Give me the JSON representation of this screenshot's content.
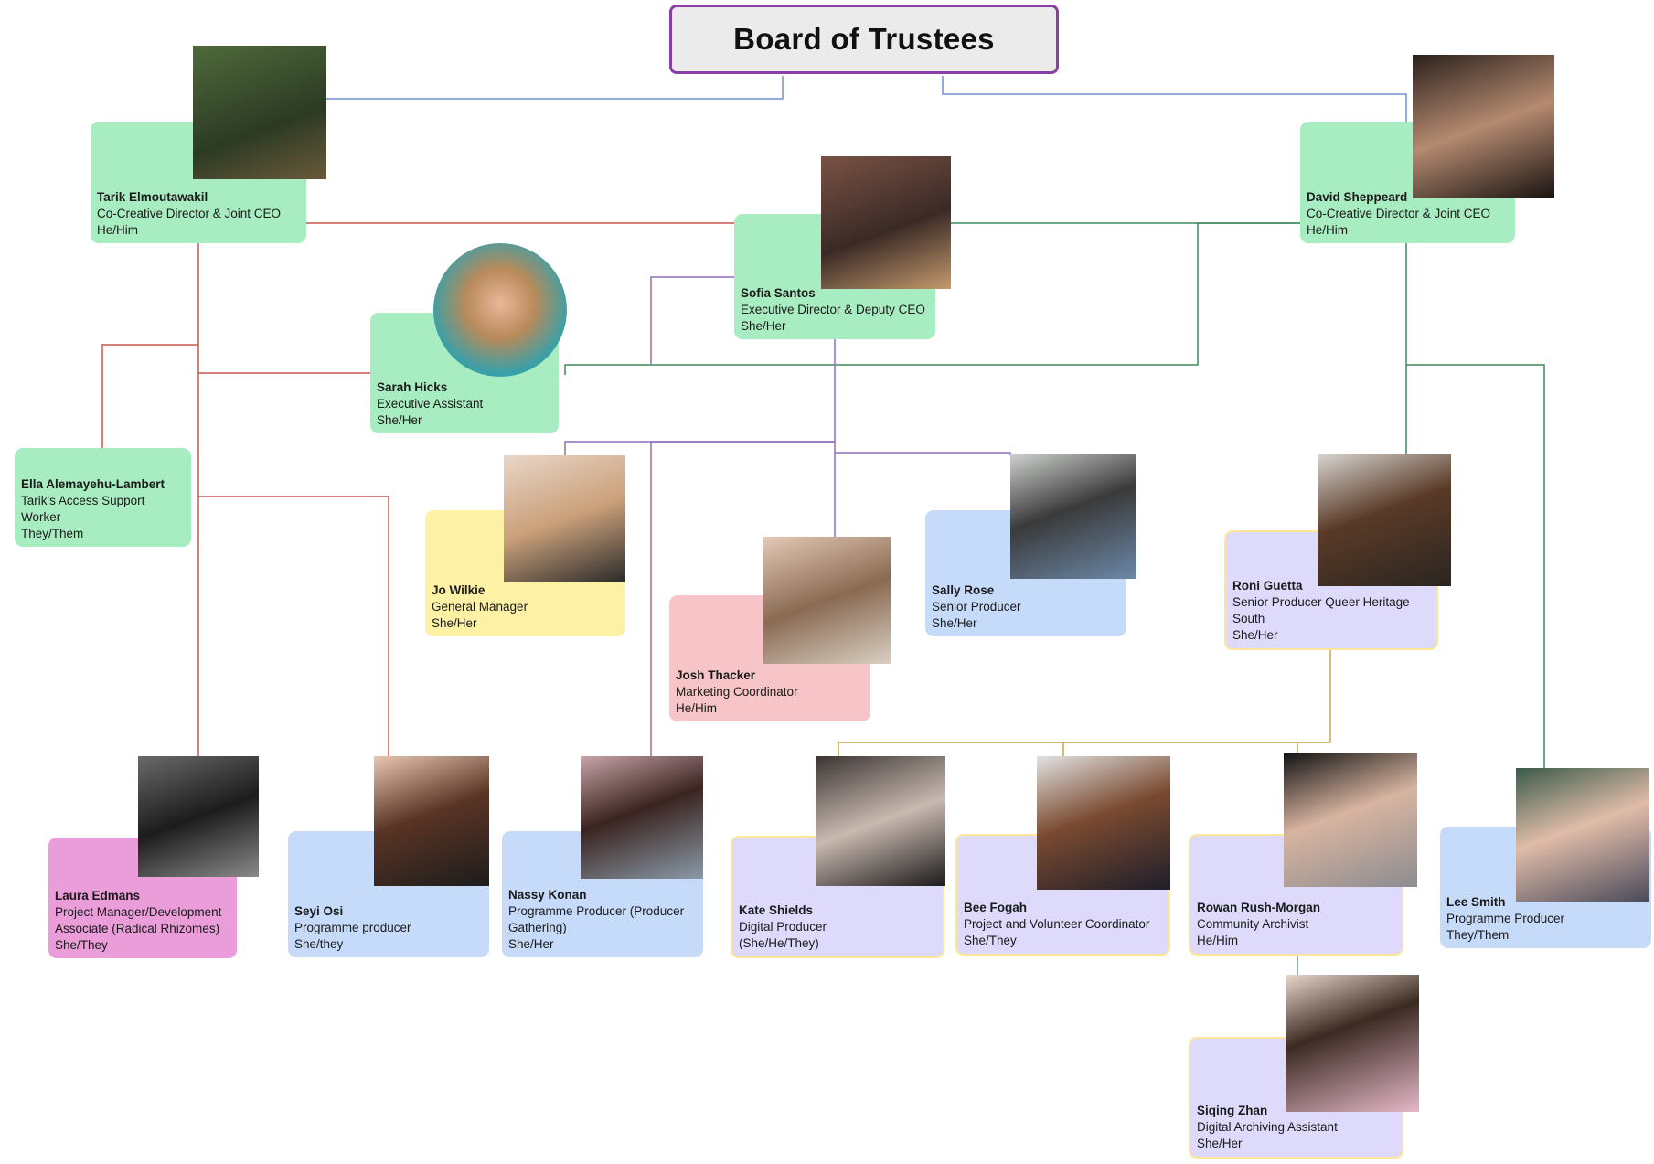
{
  "board": {
    "title": "Board of Trustees",
    "border_color": "#8a3fa6",
    "fill": "#ebebeb"
  },
  "colors": {
    "green": "#a8ecc1",
    "yellow": "#fdf1a6",
    "pink": "#f7c5c7",
    "blue": "#c6dbfa",
    "lavender": "#dedafb",
    "magenta": "#eb9dd9",
    "line_red": "#c8574f",
    "line_green": "#3e8a5c",
    "line_purple": "#8e6fc0",
    "line_blue": "#6f8fd0",
    "line_gold": "#c9a63c"
  },
  "people": {
    "tarik": {
      "name": "Tarik Elmoutawakil",
      "role": "Co-Creative Director & Joint CEO",
      "pronouns": "He/Him"
    },
    "sofia": {
      "name": "Sofia Santos",
      "role": "Executive Director & Deputy CEO",
      "pronouns": "She/Her"
    },
    "david": {
      "name": "David Sheppeard",
      "role": "Co-Creative Director & Joint CEO",
      "pronouns": "He/Him"
    },
    "sarah": {
      "name": "Sarah Hicks",
      "role": "Executive Assistant",
      "pronouns": "She/Her"
    },
    "ella": {
      "name": "Ella Alemayehu-Lambert",
      "role": "Tarik's Access Support Worker",
      "pronouns": "They/Them"
    },
    "jo": {
      "name": "Jo Wilkie",
      "role": "General Manager",
      "pronouns": "She/Her"
    },
    "josh": {
      "name": "Josh Thacker",
      "role": "Marketing Coordinator",
      "pronouns": "He/Him"
    },
    "sally": {
      "name": "Sally Rose",
      "role": "Senior Producer",
      "pronouns": "She/Her"
    },
    "roni": {
      "name": "Roni Guetta",
      "role": "Senior Producer Queer Heritage South",
      "pronouns": "She/Her"
    },
    "laura": {
      "name": "Laura Edmans",
      "role": "Project Manager/Development Associate (Radical Rhizomes)",
      "pronouns": "She/They"
    },
    "seyi": {
      "name": "Seyi Osi",
      "role": "Programme producer",
      "pronouns": "She/they"
    },
    "nassy": {
      "name": "Nassy Konan",
      "role": "Programme Producer (Producer Gathering)",
      "pronouns": "She/Her"
    },
    "kate": {
      "name": "Kate Shields",
      "role": "Digital Producer",
      "pronouns": "(She/He/They)"
    },
    "bee": {
      "name": "Bee Fogah",
      "role": "Project and Volunteer Coordinator",
      "pronouns": "She/They"
    },
    "rowan": {
      "name": "Rowan Rush-Morgan",
      "role": "Community Archivist",
      "pronouns": "He/Him"
    },
    "lee": {
      "name": "Lee Smith",
      "role": "Programme Producer",
      "pronouns": "They/Them"
    },
    "siqing": {
      "name": "Siqing Zhan",
      "role": "Digital Archiving Assistant",
      "pronouns": "She/Her"
    }
  }
}
